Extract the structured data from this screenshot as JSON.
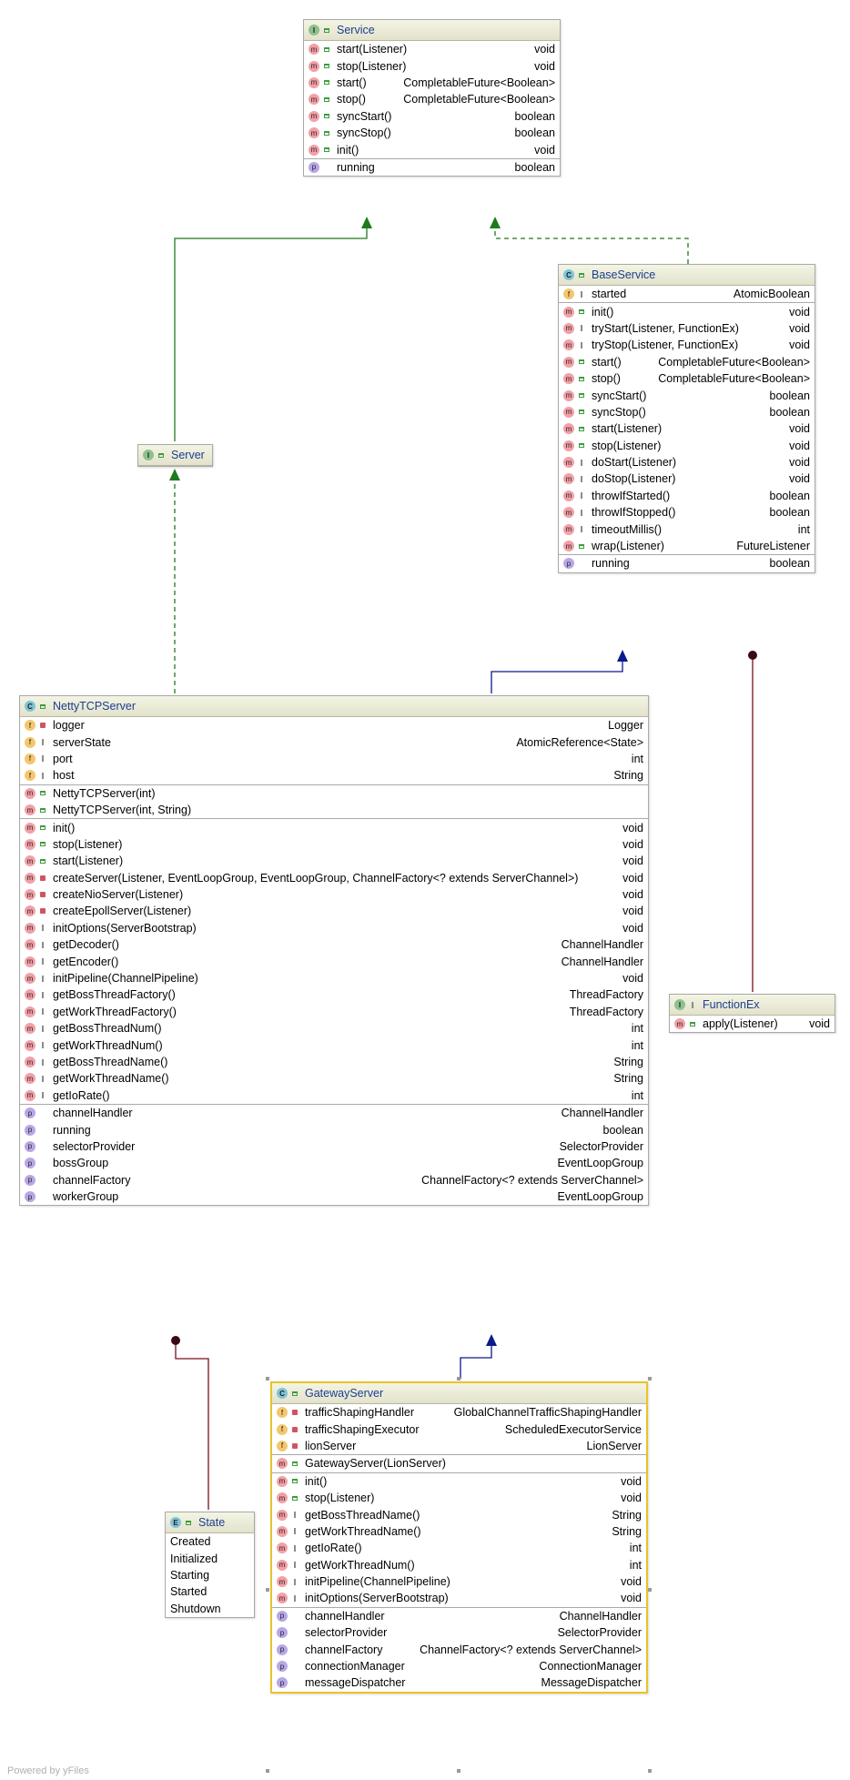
{
  "nodes": {
    "service": {
      "name": "Service",
      "kind": "I",
      "kind_visibility": "public",
      "sections": [
        [
          {
            "badge": "m",
            "vis": "public",
            "name": "start(Listener)",
            "type": "void"
          },
          {
            "badge": "m",
            "vis": "public",
            "name": "stop(Listener)",
            "type": "void"
          },
          {
            "badge": "m",
            "vis": "public",
            "name": "start()",
            "type": "CompletableFuture<Boolean>"
          },
          {
            "badge": "m",
            "vis": "public",
            "name": "stop()",
            "type": "CompletableFuture<Boolean>"
          },
          {
            "badge": "m",
            "vis": "public",
            "name": "syncStart()",
            "type": "boolean"
          },
          {
            "badge": "m",
            "vis": "public",
            "name": "syncStop()",
            "type": "boolean"
          },
          {
            "badge": "m",
            "vis": "public",
            "name": "init()",
            "type": "void"
          }
        ],
        [
          {
            "badge": "p",
            "vis": "",
            "name": "running",
            "type": "boolean"
          }
        ]
      ]
    },
    "base_service": {
      "name": "BaseService",
      "kind": "C",
      "kind_visibility": "public",
      "sections": [
        [
          {
            "badge": "f",
            "vis": "protected",
            "name": "started",
            "type": "AtomicBoolean"
          }
        ],
        [
          {
            "badge": "m",
            "vis": "public",
            "name": "init()",
            "type": "void"
          },
          {
            "badge": "m",
            "vis": "protected",
            "name": "tryStart(Listener, FunctionEx)",
            "type": "void"
          },
          {
            "badge": "m",
            "vis": "protected",
            "name": "tryStop(Listener, FunctionEx)",
            "type": "void"
          },
          {
            "badge": "m",
            "vis": "public",
            "name": "start()",
            "type": "CompletableFuture<Boolean>"
          },
          {
            "badge": "m",
            "vis": "public",
            "name": "stop()",
            "type": "CompletableFuture<Boolean>"
          },
          {
            "badge": "m",
            "vis": "public",
            "name": "syncStart()",
            "type": "boolean"
          },
          {
            "badge": "m",
            "vis": "public",
            "name": "syncStop()",
            "type": "boolean"
          },
          {
            "badge": "m",
            "vis": "public",
            "name": "start(Listener)",
            "type": "void"
          },
          {
            "badge": "m",
            "vis": "public",
            "name": "stop(Listener)",
            "type": "void"
          },
          {
            "badge": "m",
            "vis": "protected",
            "name": "doStart(Listener)",
            "type": "void"
          },
          {
            "badge": "m",
            "vis": "protected",
            "name": "doStop(Listener)",
            "type": "void"
          },
          {
            "badge": "m",
            "vis": "protected",
            "name": "throwIfStarted()",
            "type": "boolean"
          },
          {
            "badge": "m",
            "vis": "protected",
            "name": "throwIfStopped()",
            "type": "boolean"
          },
          {
            "badge": "m",
            "vis": "protected",
            "name": "timeoutMillis()",
            "type": "int"
          },
          {
            "badge": "m",
            "vis": "public",
            "name": "wrap(Listener)",
            "type": "FutureListener"
          }
        ],
        [
          {
            "badge": "p",
            "vis": "",
            "name": "running",
            "type": "boolean"
          }
        ]
      ]
    },
    "server": {
      "name": "Server",
      "kind": "I",
      "kind_visibility": "public",
      "sections": []
    },
    "netty_tcp_server": {
      "name": "NettyTCPServer",
      "kind": "C",
      "kind_visibility": "public",
      "sections": [
        [
          {
            "badge": "f",
            "vis": "private",
            "name": "logger",
            "type": "Logger"
          },
          {
            "badge": "f",
            "vis": "protected",
            "name": "serverState",
            "type": "AtomicReference<State>"
          },
          {
            "badge": "f",
            "vis": "protected",
            "name": "port",
            "type": "int"
          },
          {
            "badge": "f",
            "vis": "protected",
            "name": "host",
            "type": "String"
          }
        ],
        [
          {
            "badge": "m",
            "vis": "public",
            "name": "NettyTCPServer(int)",
            "type": ""
          },
          {
            "badge": "m",
            "vis": "public",
            "name": "NettyTCPServer(int, String)",
            "type": ""
          }
        ],
        [
          {
            "badge": "m",
            "vis": "public",
            "name": "init()",
            "type": "void"
          },
          {
            "badge": "m",
            "vis": "public",
            "name": "stop(Listener)",
            "type": "void"
          },
          {
            "badge": "m",
            "vis": "public",
            "name": "start(Listener)",
            "type": "void"
          },
          {
            "badge": "m",
            "vis": "private",
            "name": "createServer(Listener, EventLoopGroup, EventLoopGroup, ChannelFactory<? extends ServerChannel>)",
            "type": "void"
          },
          {
            "badge": "m",
            "vis": "private",
            "name": "createNioServer(Listener)",
            "type": "void"
          },
          {
            "badge": "m",
            "vis": "private",
            "name": "createEpollServer(Listener)",
            "type": "void"
          },
          {
            "badge": "m",
            "vis": "protected",
            "name": "initOptions(ServerBootstrap)",
            "type": "void"
          },
          {
            "badge": "m",
            "vis": "protected",
            "name": "getDecoder()",
            "type": "ChannelHandler"
          },
          {
            "badge": "m",
            "vis": "protected",
            "name": "getEncoder()",
            "type": "ChannelHandler"
          },
          {
            "badge": "m",
            "vis": "protected",
            "name": "initPipeline(ChannelPipeline)",
            "type": "void"
          },
          {
            "badge": "m",
            "vis": "protected",
            "name": "getBossThreadFactory()",
            "type": "ThreadFactory"
          },
          {
            "badge": "m",
            "vis": "protected",
            "name": "getWorkThreadFactory()",
            "type": "ThreadFactory"
          },
          {
            "badge": "m",
            "vis": "protected",
            "name": "getBossThreadNum()",
            "type": "int"
          },
          {
            "badge": "m",
            "vis": "protected",
            "name": "getWorkThreadNum()",
            "type": "int"
          },
          {
            "badge": "m",
            "vis": "protected",
            "name": "getBossThreadName()",
            "type": "String"
          },
          {
            "badge": "m",
            "vis": "protected",
            "name": "getWorkThreadName()",
            "type": "String"
          },
          {
            "badge": "m",
            "vis": "protected",
            "name": "getIoRate()",
            "type": "int"
          }
        ],
        [
          {
            "badge": "p",
            "vis": "",
            "name": "channelHandler",
            "type": "ChannelHandler"
          },
          {
            "badge": "p",
            "vis": "",
            "name": "running",
            "type": "boolean"
          },
          {
            "badge": "p",
            "vis": "",
            "name": "selectorProvider",
            "type": "SelectorProvider"
          },
          {
            "badge": "p",
            "vis": "",
            "name": "bossGroup",
            "type": "EventLoopGroup"
          },
          {
            "badge": "p",
            "vis": "",
            "name": "channelFactory",
            "type": "ChannelFactory<? extends ServerChannel>"
          },
          {
            "badge": "p",
            "vis": "",
            "name": "workerGroup",
            "type": "EventLoopGroup"
          }
        ]
      ]
    },
    "function_ex": {
      "name": "FunctionEx",
      "kind": "I",
      "kind_visibility": "protected",
      "sections": [
        [
          {
            "badge": "m",
            "vis": "public",
            "name": "apply(Listener)",
            "type": "void"
          }
        ]
      ]
    },
    "gateway_server": {
      "name": "GatewayServer",
      "kind": "C",
      "kind_visibility": "public",
      "sections": [
        [
          {
            "badge": "f",
            "vis": "private",
            "name": "trafficShapingHandler",
            "type": "GlobalChannelTrafficShapingHandler"
          },
          {
            "badge": "f",
            "vis": "private",
            "name": "trafficShapingExecutor",
            "type": "ScheduledExecutorService"
          },
          {
            "badge": "f",
            "vis": "private",
            "name": "lionServer",
            "type": "LionServer"
          }
        ],
        [
          {
            "badge": "m",
            "vis": "public",
            "name": "GatewayServer(LionServer)",
            "type": ""
          }
        ],
        [
          {
            "badge": "m",
            "vis": "public",
            "name": "init()",
            "type": "void"
          },
          {
            "badge": "m",
            "vis": "public",
            "name": "stop(Listener)",
            "type": "void"
          },
          {
            "badge": "m",
            "vis": "protected",
            "name": "getBossThreadName()",
            "type": "String"
          },
          {
            "badge": "m",
            "vis": "protected",
            "name": "getWorkThreadName()",
            "type": "String"
          },
          {
            "badge": "m",
            "vis": "protected",
            "name": "getIoRate()",
            "type": "int"
          },
          {
            "badge": "m",
            "vis": "protected",
            "name": "getWorkThreadNum()",
            "type": "int"
          },
          {
            "badge": "m",
            "vis": "protected",
            "name": "initPipeline(ChannelPipeline)",
            "type": "void"
          },
          {
            "badge": "m",
            "vis": "protected",
            "name": "initOptions(ServerBootstrap)",
            "type": "void"
          }
        ],
        [
          {
            "badge": "p",
            "vis": "",
            "name": "channelHandler",
            "type": "ChannelHandler"
          },
          {
            "badge": "p",
            "vis": "",
            "name": "selectorProvider",
            "type": "SelectorProvider"
          },
          {
            "badge": "p",
            "vis": "",
            "name": "channelFactory",
            "type": "ChannelFactory<? extends ServerChannel>"
          },
          {
            "badge": "p",
            "vis": "",
            "name": "connectionManager",
            "type": "ConnectionManager"
          },
          {
            "badge": "p",
            "vis": "",
            "name": "messageDispatcher",
            "type": "MessageDispatcher"
          }
        ]
      ]
    },
    "state": {
      "name": "State",
      "kind": "E",
      "kind_visibility": "public",
      "constants": [
        "Created",
        "Initialized",
        "Starting",
        "Started",
        "Shutdown"
      ]
    }
  },
  "colors": {
    "inheritance": "#1f7a1f",
    "implements_dashed": "#1f7a1f",
    "extends_class": "#0b1a8c",
    "inner_class": "#7a0f1f",
    "selected_border": "#e8c32a"
  },
  "footer": "Powered by yFiles"
}
